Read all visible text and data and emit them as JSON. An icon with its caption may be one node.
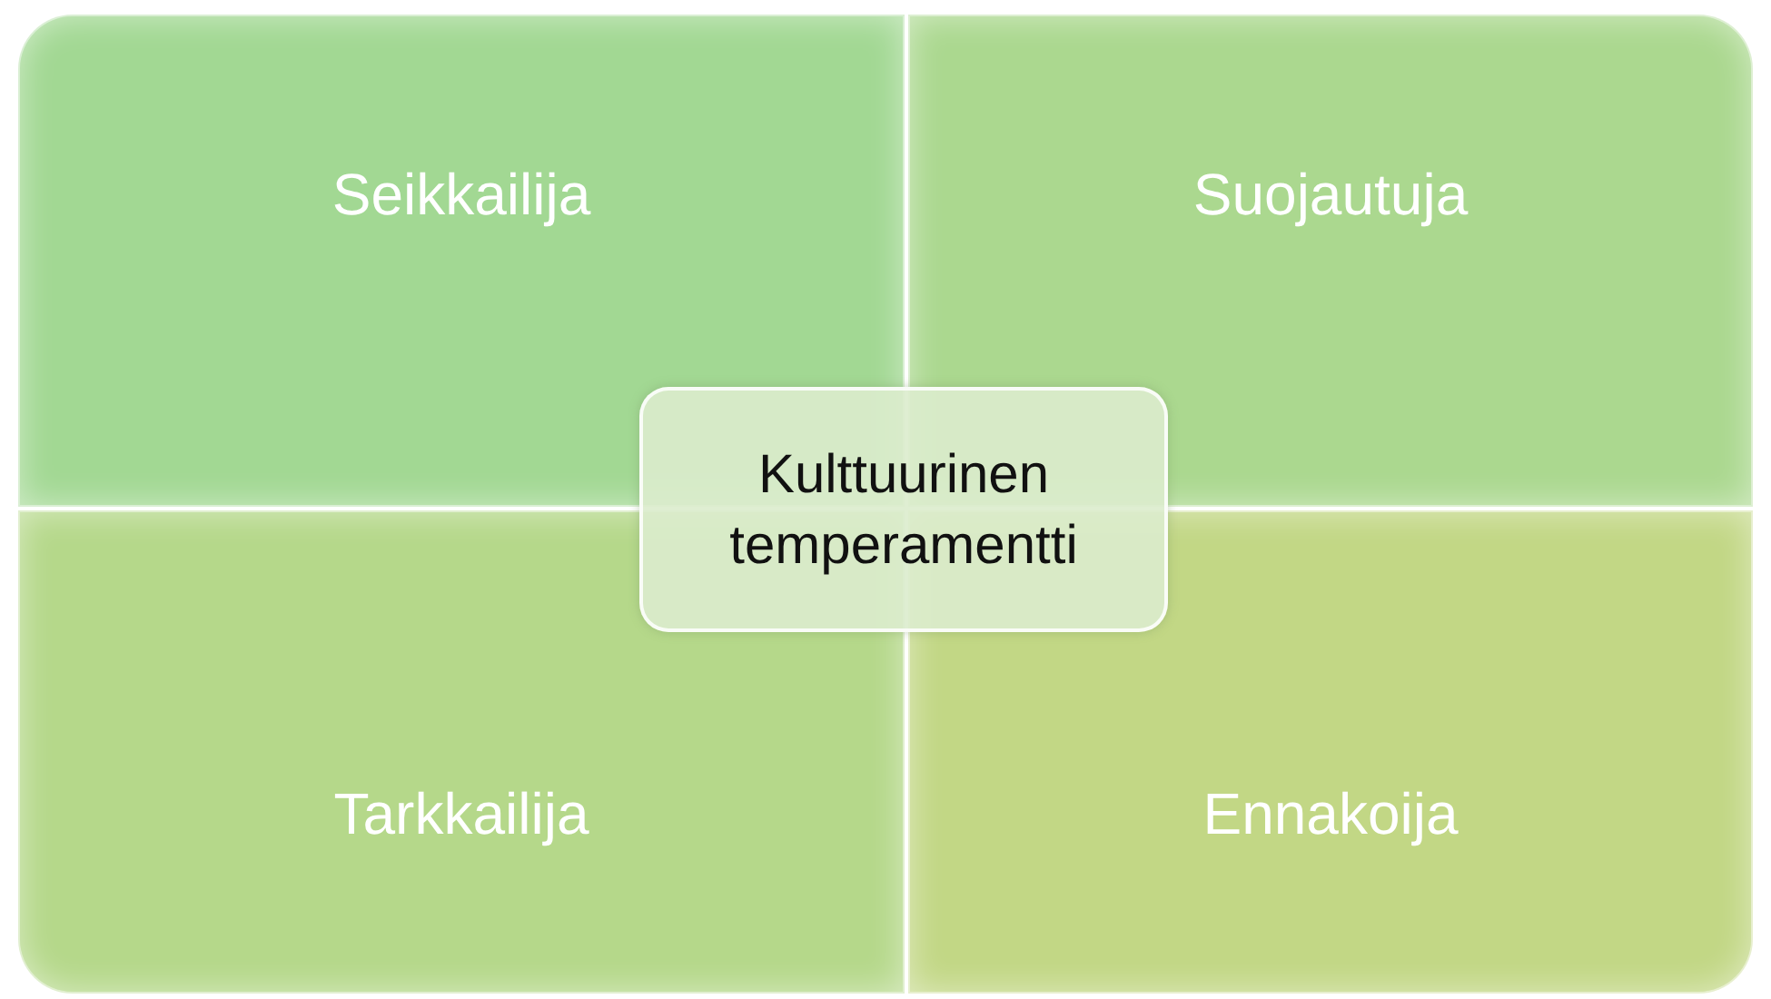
{
  "diagram": {
    "nodes": [
      {
        "text": [
          "Seikkailija"
        ]
      },
      {
        "text": [
          "Suojautuja"
        ]
      },
      {
        "text": [
          "Kulttuurinen temperamentti"
        ]
      },
      {
        "text": [
          "Tarkkailija"
        ]
      },
      {
        "text": [
          "Ennakoija"
        ]
      }
    ],
    "edges": []
  }
}
